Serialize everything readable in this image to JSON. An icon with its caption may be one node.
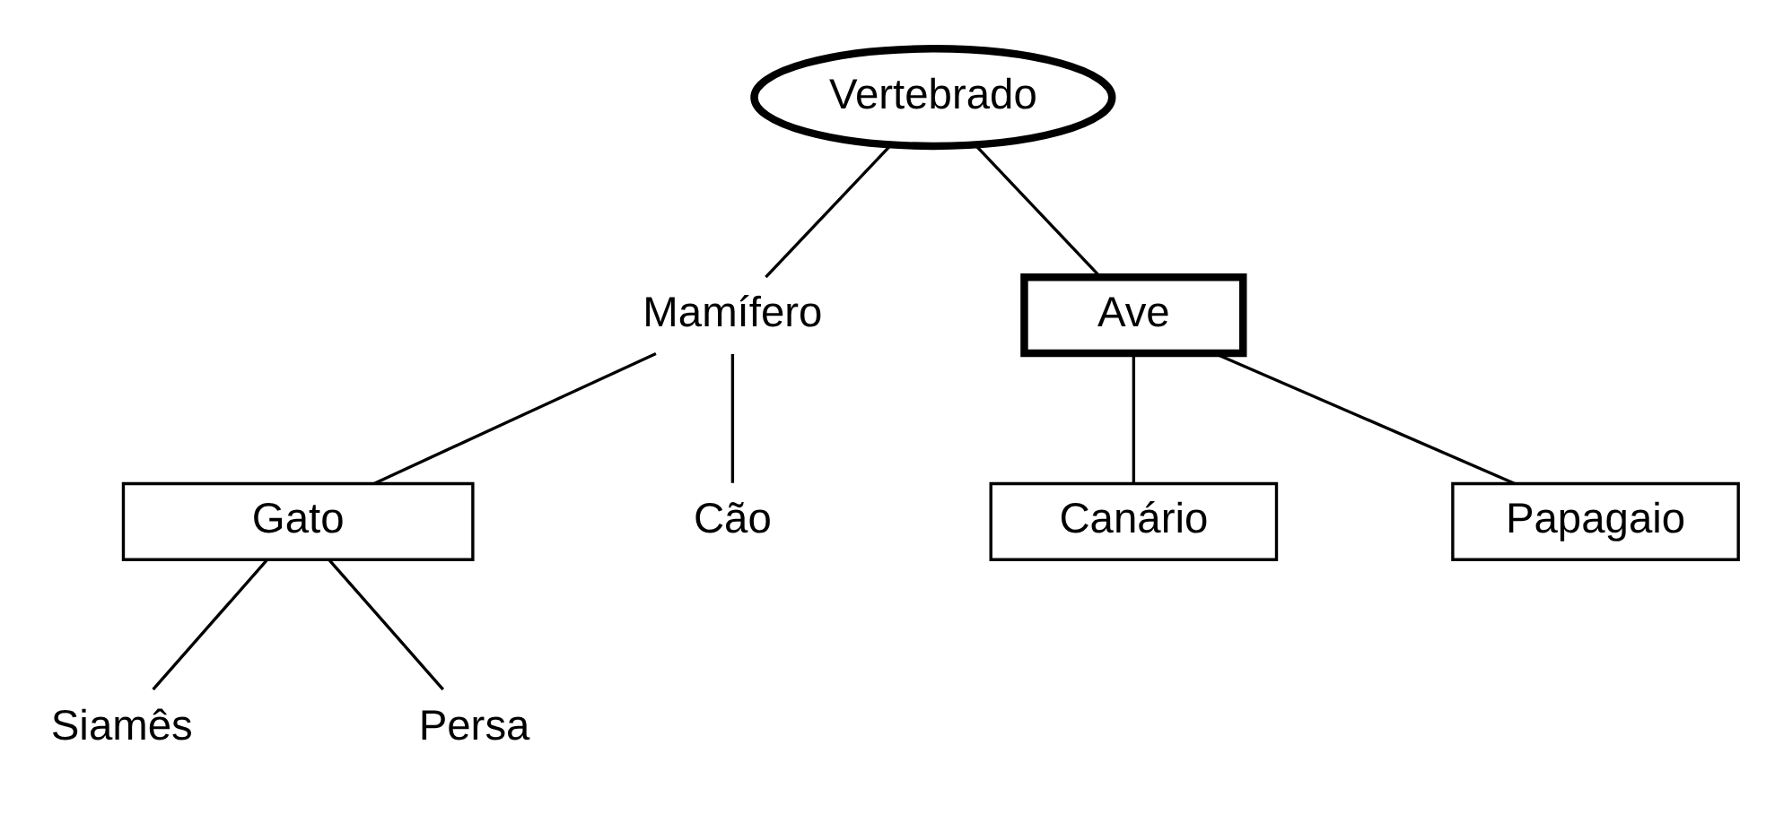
{
  "diagram": {
    "nodes": [
      {
        "text": [
          "Vertebrado"
        ]
      },
      {
        "text": [
          "Mamífero"
        ]
      },
      {
        "text": [
          "Ave"
        ]
      },
      {
        "text": [
          "Gato"
        ]
      },
      {
        "text": [
          "Cão"
        ]
      },
      {
        "text": [
          "Canário"
        ]
      },
      {
        "text": [
          "Papagaio"
        ]
      },
      {
        "text": [
          "Siamês"
        ]
      },
      {
        "text": [
          "Persa"
        ]
      }
    ],
    "edges": [
      {
        "from": 0,
        "to": 1,
        "arrow": "none"
      },
      {
        "from": 0,
        "to": 2,
        "arrow": "none"
      },
      {
        "from": 1,
        "to": 3,
        "arrow": "none"
      },
      {
        "from": 1,
        "to": 4,
        "arrow": "none"
      },
      {
        "from": 2,
        "to": 5,
        "arrow": "none"
      },
      {
        "from": 2,
        "to": 6,
        "arrow": "none"
      },
      {
        "from": 3,
        "to": 7,
        "arrow": "none"
      },
      {
        "from": 3,
        "to": 8,
        "arrow": "none"
      }
    ]
  }
}
